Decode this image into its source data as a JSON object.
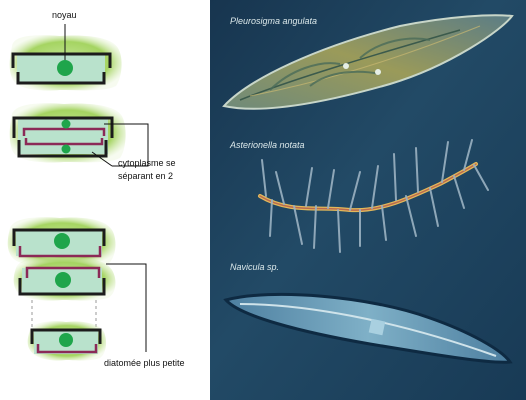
{
  "diagram": {
    "labels": {
      "nucleus": "noyau",
      "cytoplasm_line1": "cytoplasme se",
      "cytoplasm_line2": "séparant en 2",
      "smaller": "diatomée plus petite"
    }
  },
  "photo": {
    "species": [
      "Pleurosigma angulata",
      "Asterionella notata",
      "Navicula sp."
    ]
  },
  "colors": {
    "cell_fill": "#b9e2cc",
    "frustule": "#1c1c1c",
    "nucleus": "#1fa54b",
    "membrane": "#8b2a57",
    "glow": "#9bcf58",
    "background_dark": "#1b3b57"
  }
}
